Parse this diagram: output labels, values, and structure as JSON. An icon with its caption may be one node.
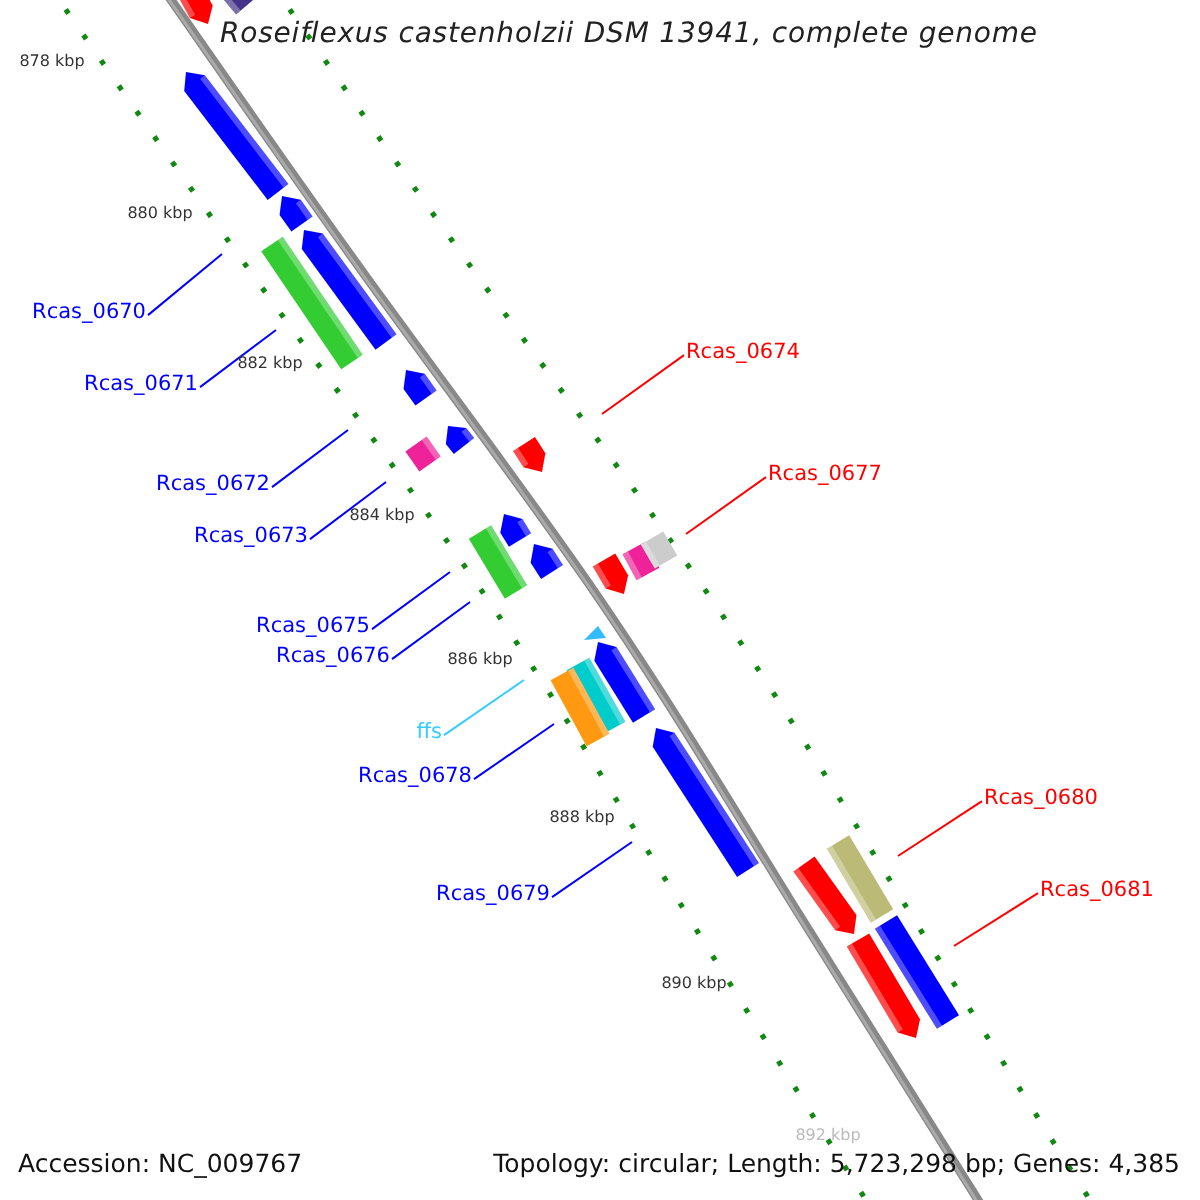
{
  "diagram": {
    "title": "Roseiflexus castenholzii DSM 13941, complete genome",
    "nodes": [
      {
        "text": [
          "Rcas_0670"
        ]
      },
      {
        "text": [
          "Rcas_0674"
        ]
      },
      {
        "text": [
          "Rcas_0671"
        ]
      },
      {
        "text": [
          "Rcas_0677"
        ]
      },
      {
        "text": [
          "Rcas_0672"
        ]
      },
      {
        "text": [
          "Rcas_0673"
        ]
      },
      {
        "text": [
          "Rcas_0675"
        ]
      },
      {
        "text": [
          "Rcas_0676"
        ]
      },
      {
        "text": [
          "ffs"
        ]
      },
      {
        "text": [
          "Rcas_0678"
        ]
      },
      {
        "text": [
          "Rcas_0680"
        ]
      },
      {
        "text": [
          "Rcas_0681"
        ]
      },
      {
        "text": [
          "Rcas_0679"
        ]
      }
    ],
    "edges": [
      {
        "from": 0,
        "to": null,
        "arrow": "none"
      },
      {
        "from": 1,
        "to": null,
        "arrow": "none",
        "color": "#ff0000"
      },
      {
        "from": 2,
        "to": null,
        "arrow": "none"
      },
      {
        "from": 3,
        "to": null,
        "arrow": "none",
        "color": "#ff0000"
      },
      {
        "from": 4,
        "to": null,
        "arrow": "none"
      },
      {
        "from": 5,
        "to": null,
        "arrow": "none"
      },
      {
        "from": 6,
        "to": null,
        "arrow": "none"
      },
      {
        "from": 7,
        "to": null,
        "arrow": "none"
      },
      {
        "from": 8,
        "to": null,
        "arrow": "none",
        "color": "#33ccff"
      },
      {
        "from": 9,
        "to": null,
        "arrow": "none"
      },
      {
        "from": 10,
        "to": null,
        "arrow": "none",
        "color": "#ff0000"
      },
      {
        "from": 11,
        "to": null,
        "arrow": "none",
        "color": "#ff0000"
      },
      {
        "from": 12,
        "to": null,
        "arrow": "none"
      }
    ],
    "labels": [
      "878 kbp",
      "880 kbp",
      "882 kbp",
      "884 kbp",
      "886 kbp",
      "888 kbp",
      "890 kbp",
      "892 kbp",
      "Accession: NC_009767",
      "Topology: circular; Length: 5,723,298 bp; Genes: 4,385"
    ]
  }
}
